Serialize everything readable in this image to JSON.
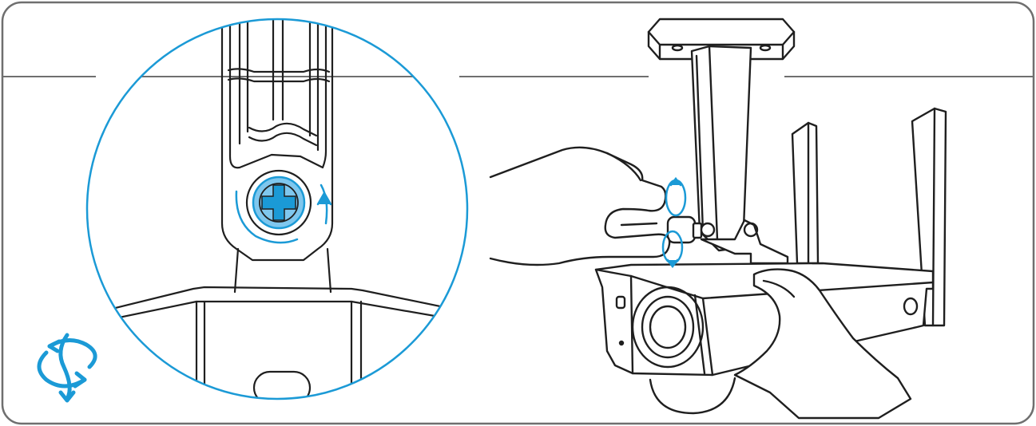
{
  "figure": {
    "kind": "installation-illustration",
    "step": "loosen-or-tighten-bracket-screw",
    "colors": {
      "frame": "#6f6f6f",
      "line": "#1f1f1f",
      "accent": "#1b9ad6",
      "accent_fill": "#7fc7ee",
      "background": "#ffffff"
    },
    "icons": {
      "rotate_adjust": "rotate-360-icon",
      "screw": "phillips-screw-icon",
      "rotation_arrows": "rotate-arrows-icon"
    },
    "elements": {
      "zoom_inset": "zoomed-bracket-detail",
      "camera": "dual-lens-security-camera",
      "mount": "ceiling-mount-bracket",
      "hands": "two-hands-adjusting-screw"
    }
  }
}
